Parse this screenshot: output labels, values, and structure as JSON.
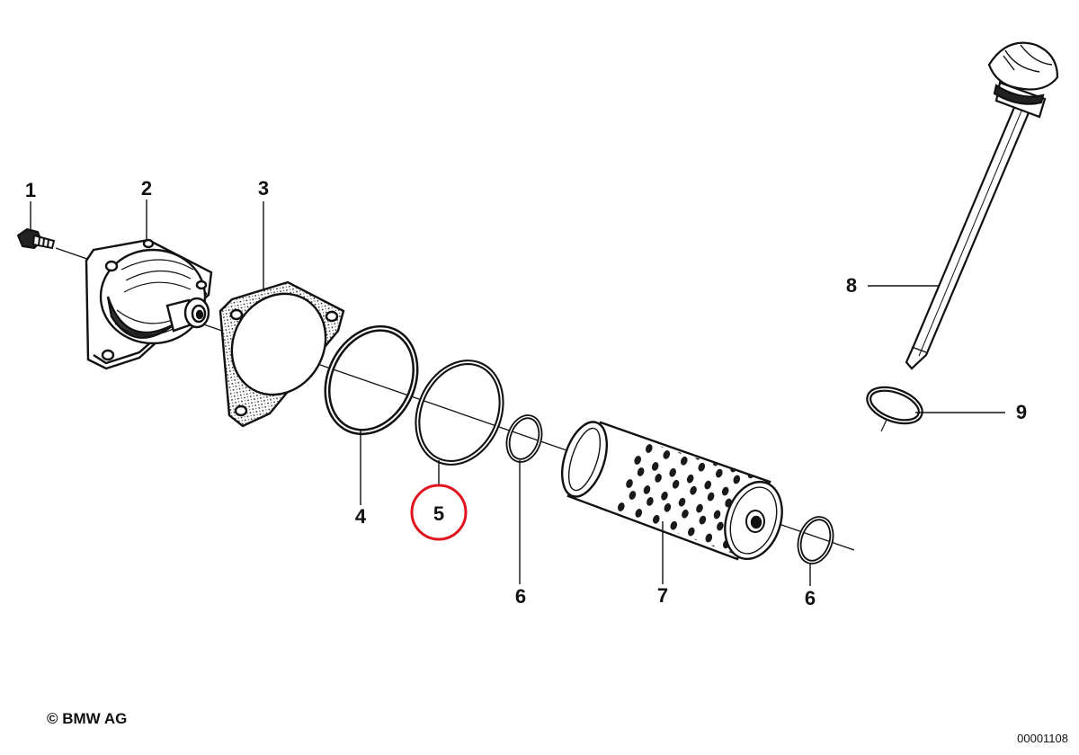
{
  "diagram": {
    "parts": [
      {
        "key": "p1",
        "label": "1"
      },
      {
        "key": "p2",
        "label": "2"
      },
      {
        "key": "p3",
        "label": "3"
      },
      {
        "key": "p4",
        "label": "4"
      },
      {
        "key": "p5",
        "label": "5"
      },
      {
        "key": "p6a",
        "label": "6"
      },
      {
        "key": "p7",
        "label": "7"
      },
      {
        "key": "p6b",
        "label": "6"
      },
      {
        "key": "p8",
        "label": "8"
      },
      {
        "key": "p9",
        "label": "9"
      }
    ],
    "highlighted_part": "5",
    "highlight_color": "#e0141e",
    "line_color": "#111111"
  },
  "footer": {
    "copyright": "© BMW AG",
    "diagram_id": "00001108"
  }
}
